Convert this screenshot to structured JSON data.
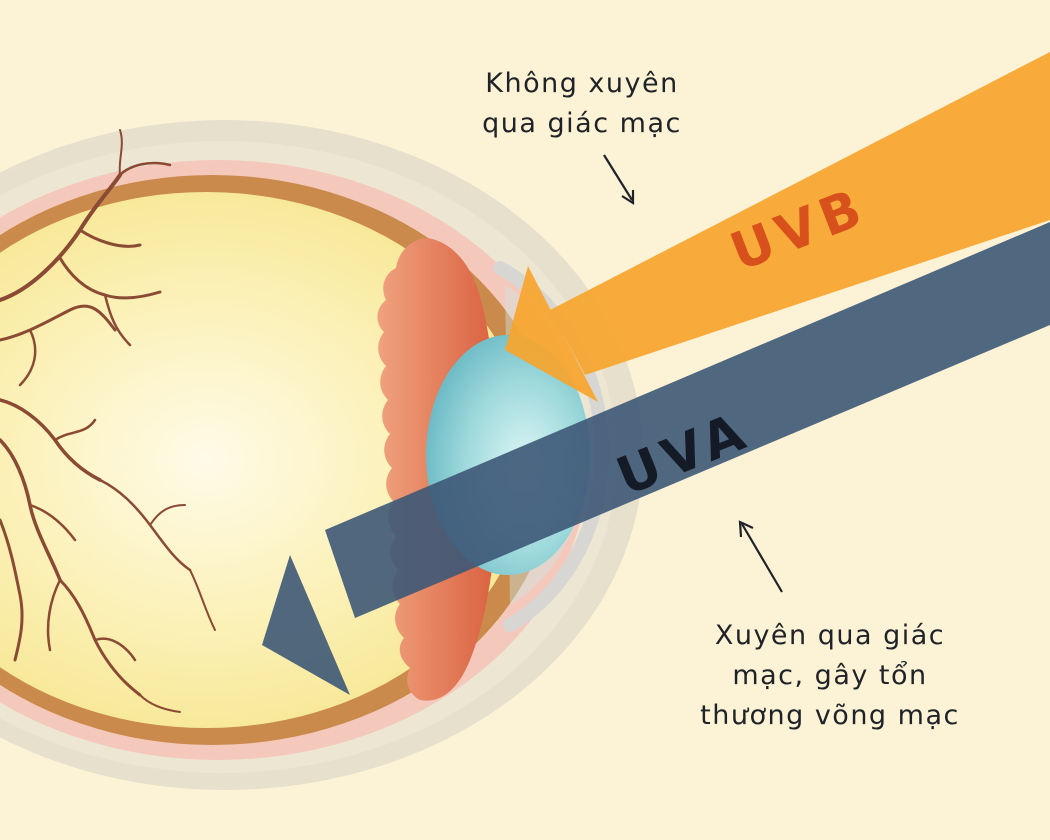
{
  "beams": {
    "uvb": {
      "label": "UVB",
      "color": "#f7a52c",
      "label_color": "#d8501b"
    },
    "uva": {
      "label": "UVA",
      "color": "#3d5877",
      "label_color": "#141b26"
    }
  },
  "captions": {
    "top": {
      "lines": [
        "Không xuyên",
        "qua giác mạc"
      ]
    },
    "bottom": {
      "lines": [
        "Xuyên qua giác",
        "mạc, gây tổn",
        "thương võng mạc"
      ]
    }
  },
  "colors": {
    "background": "#fcf3d7",
    "sclera": "#e9e2cc",
    "choroid": "#f3c6b9",
    "retina_band": "#c98a4c",
    "vitreous": "#fbeea6",
    "iris": "#e0785a",
    "lens": "#8fd1d8",
    "vessels": "#8a4a33"
  }
}
